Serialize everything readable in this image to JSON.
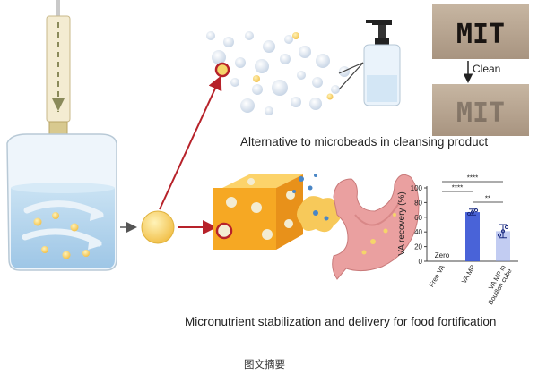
{
  "captions": {
    "top": "Alternative to microbeads in cleansing product",
    "bottom": "Micronutrient stabilization and delivery for food fortification",
    "figure": "图文摘要"
  },
  "mit_photo": {
    "text": "MIT",
    "clean_label": "Clean"
  },
  "colors": {
    "arrow_red": "#b7222a",
    "microparticle": "#f2c94c",
    "cube": "#f6a823",
    "stomach": "#e8a0a0",
    "bar": "#3f5bd6"
  },
  "chart_data": {
    "type": "bar",
    "ylabel": "VA recovery (%)",
    "ylim": [
      0,
      100
    ],
    "yticks": [
      0,
      20,
      40,
      60,
      80,
      100
    ],
    "categories": [
      "Free VA",
      "VA MP",
      "VA MP in Bouillon cube"
    ],
    "values": [
      0,
      67,
      41
    ],
    "errors": [
      0,
      4,
      9
    ],
    "bar_annotations": [
      "Zero",
      "",
      ""
    ],
    "significance": [
      {
        "from": 0,
        "to": 2,
        "label": "****"
      },
      {
        "from": 0,
        "to": 1,
        "label": "****"
      },
      {
        "from": 1,
        "to": 2,
        "label": "**"
      }
    ]
  }
}
